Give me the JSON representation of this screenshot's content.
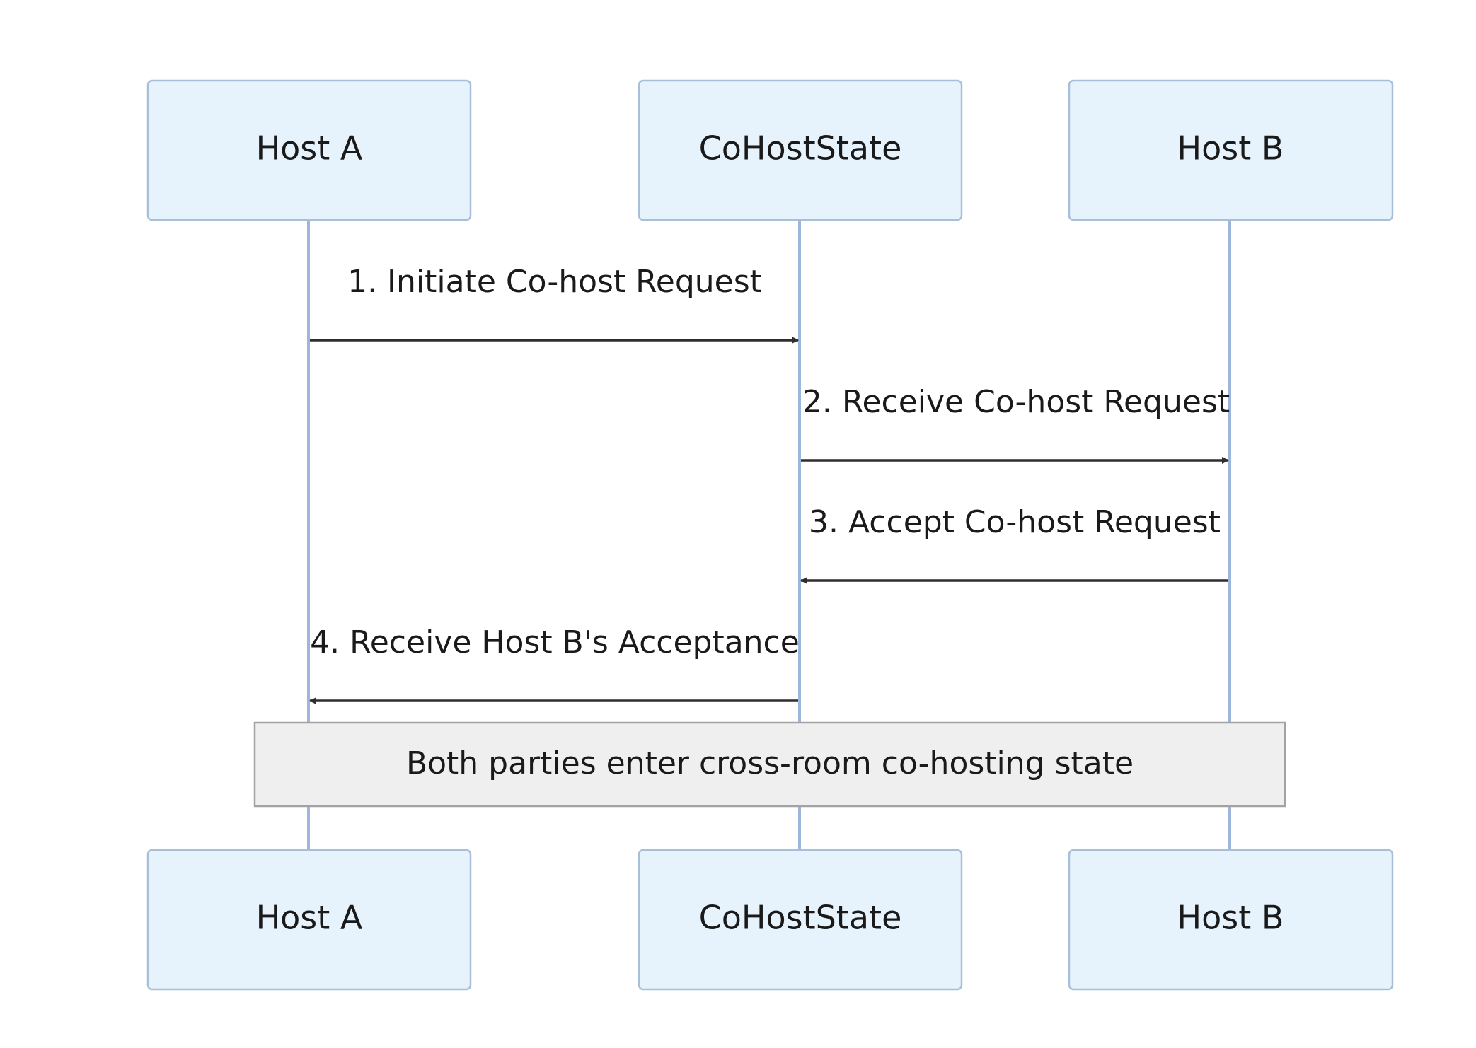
{
  "participants": [
    {
      "name": "Host A"
    },
    {
      "name": "CoHostState"
    },
    {
      "name": "Host B"
    }
  ],
  "messages": [
    {
      "label": "1. Initiate Co-host Request",
      "from": "Host A",
      "to": "CoHostState"
    },
    {
      "label": "2. Receive Co-host Request",
      "from": "CoHostState",
      "to": "Host B"
    },
    {
      "label": "3. Accept Co-host Request",
      "from": "Host B",
      "to": "CoHostState"
    },
    {
      "label": "4. Receive Host B's Acceptance",
      "from": "CoHostState",
      "to": "Host A"
    }
  ],
  "note": {
    "text": "Both parties enter cross-room co-hosting state"
  },
  "colors": {
    "participant_fill": "#e6f3fc",
    "participant_border": "#a9bfd9",
    "lifeline": "#9fb6dc",
    "arrow": "#2e2e2e",
    "note_fill": "#efefef",
    "note_border": "#a3a3a3"
  }
}
